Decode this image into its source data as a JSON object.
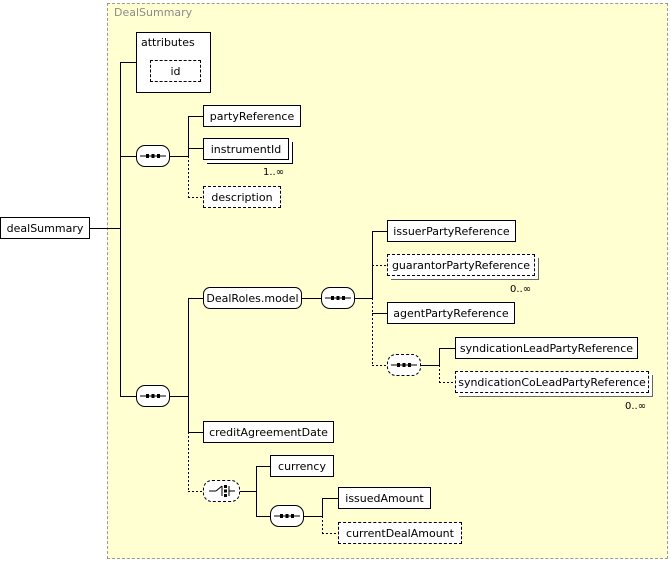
{
  "diagram": {
    "group_title": "DealSummary",
    "root": "dealSummary",
    "attributes_label": "attributes",
    "attribute_id": "id",
    "elements": {
      "partyReference": "partyReference",
      "instrumentId": "instrumentId",
      "instrumentId_card": "1..∞",
      "description": "description",
      "dealRolesModel": "DealRoles.model",
      "issuerPartyReference": "issuerPartyReference",
      "guarantorPartyReference": "guarantorPartyReference",
      "guarantor_card": "0..∞",
      "agentPartyReference": "agentPartyReference",
      "syndicationLeadPartyReference": "syndicationLeadPartyReference",
      "syndicationCoLeadPartyReference": "syndicationCoLeadPartyReference",
      "syndicationCoLead_card": "0..∞",
      "creditAgreementDate": "creditAgreementDate",
      "currency": "currency",
      "issuedAmount": "issuedAmount",
      "currentDealAmount": "currentDealAmount"
    },
    "colors": {
      "group_bg": "#ffffd2",
      "group_border": "#9a9a9a",
      "line": "#000000"
    },
    "icons": [
      "sequence-icon",
      "choice-icon"
    ]
  }
}
